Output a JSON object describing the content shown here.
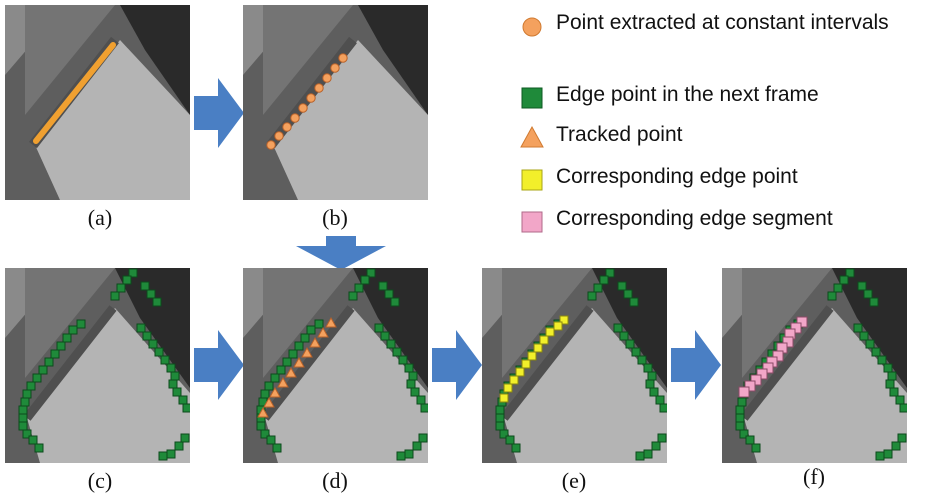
{
  "panels": [
    {
      "id": "a",
      "caption": "(a)"
    },
    {
      "id": "b",
      "caption": "(b)"
    },
    {
      "id": "c",
      "caption": "(c)"
    },
    {
      "id": "d",
      "caption": "(d)"
    },
    {
      "id": "e",
      "caption": "(e)"
    },
    {
      "id": "f",
      "caption": "(f)"
    }
  ],
  "legend": {
    "items": [
      {
        "label": "Point extracted at constant intervals",
        "icon": "orange-circle-icon",
        "color": "#f4a15e"
      },
      {
        "label": "Edge point in the next frame",
        "icon": "green-square-icon",
        "color": "#1f8a3a"
      },
      {
        "label": "Tracked point",
        "icon": "orange-triangle-icon",
        "color": "#f4a15e"
      },
      {
        "label": "Corresponding edge point",
        "icon": "yellow-square-icon",
        "color": "#f2ef2a"
      },
      {
        "label": "Corresponding edge segment",
        "icon": "pink-square-icon",
        "color": "#f2a6c8"
      }
    ]
  },
  "colors": {
    "arrow": "#4a7fc4",
    "edge_line": "#f0a030",
    "green": "#1f8a3a",
    "yellow": "#f2ef2a",
    "pink": "#f2a6c8",
    "orange": "#f4a15e"
  }
}
